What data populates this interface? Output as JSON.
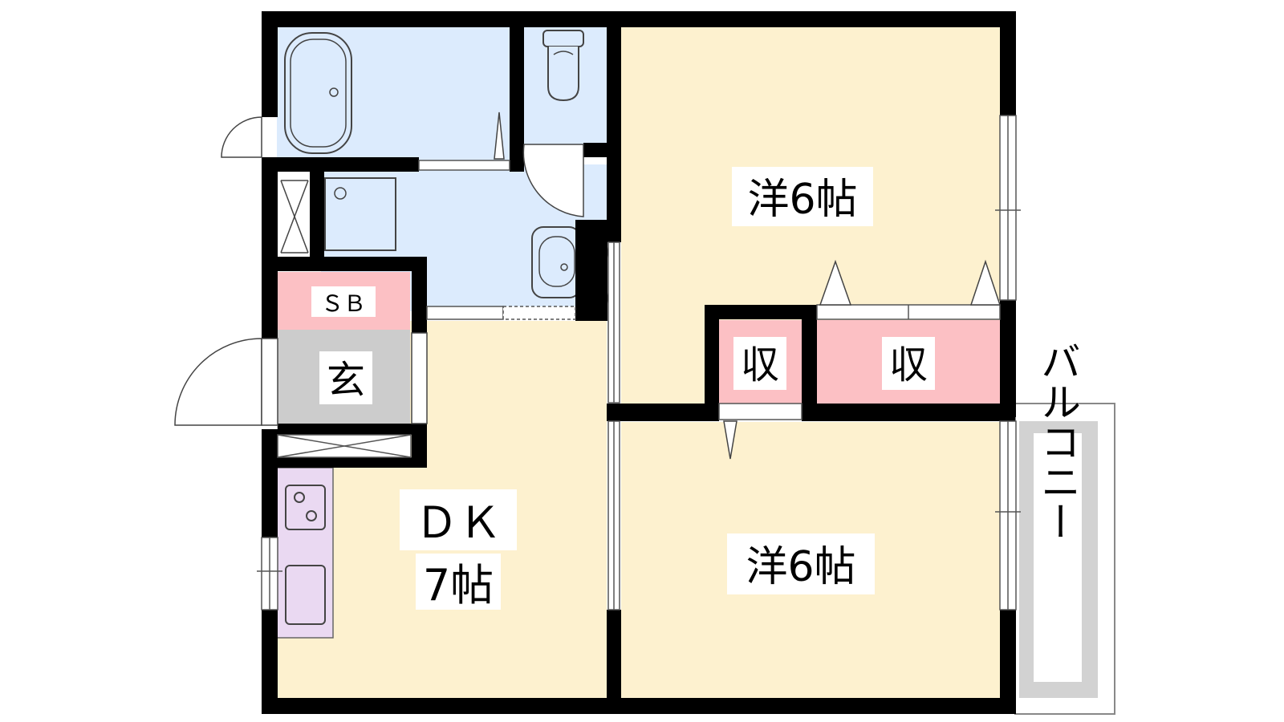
{
  "rooms": {
    "western_room_upper": {
      "label": "洋6帖"
    },
    "western_room_lower": {
      "label": "洋6帖"
    },
    "dining_kitchen": {
      "label_line1": "ＤＫ",
      "label_line2": "7帖"
    },
    "entrance": {
      "label": "玄"
    },
    "shoe_box": {
      "label": "ＳＢ"
    },
    "storage_small": {
      "label": "収"
    },
    "storage_large": {
      "label": "収"
    },
    "balcony": {
      "label": "バルコニー"
    }
  },
  "colors": {
    "western_room": "#fdf1cf",
    "dining_kitchen": "#fdf1cf",
    "wet_area": "#dcebfd",
    "storage": "#fcc0c4",
    "entrance": "#cccccc",
    "kitchen_counter": "#ead9f2",
    "balcony": "#d2d2d2",
    "wall": "#000000"
  }
}
